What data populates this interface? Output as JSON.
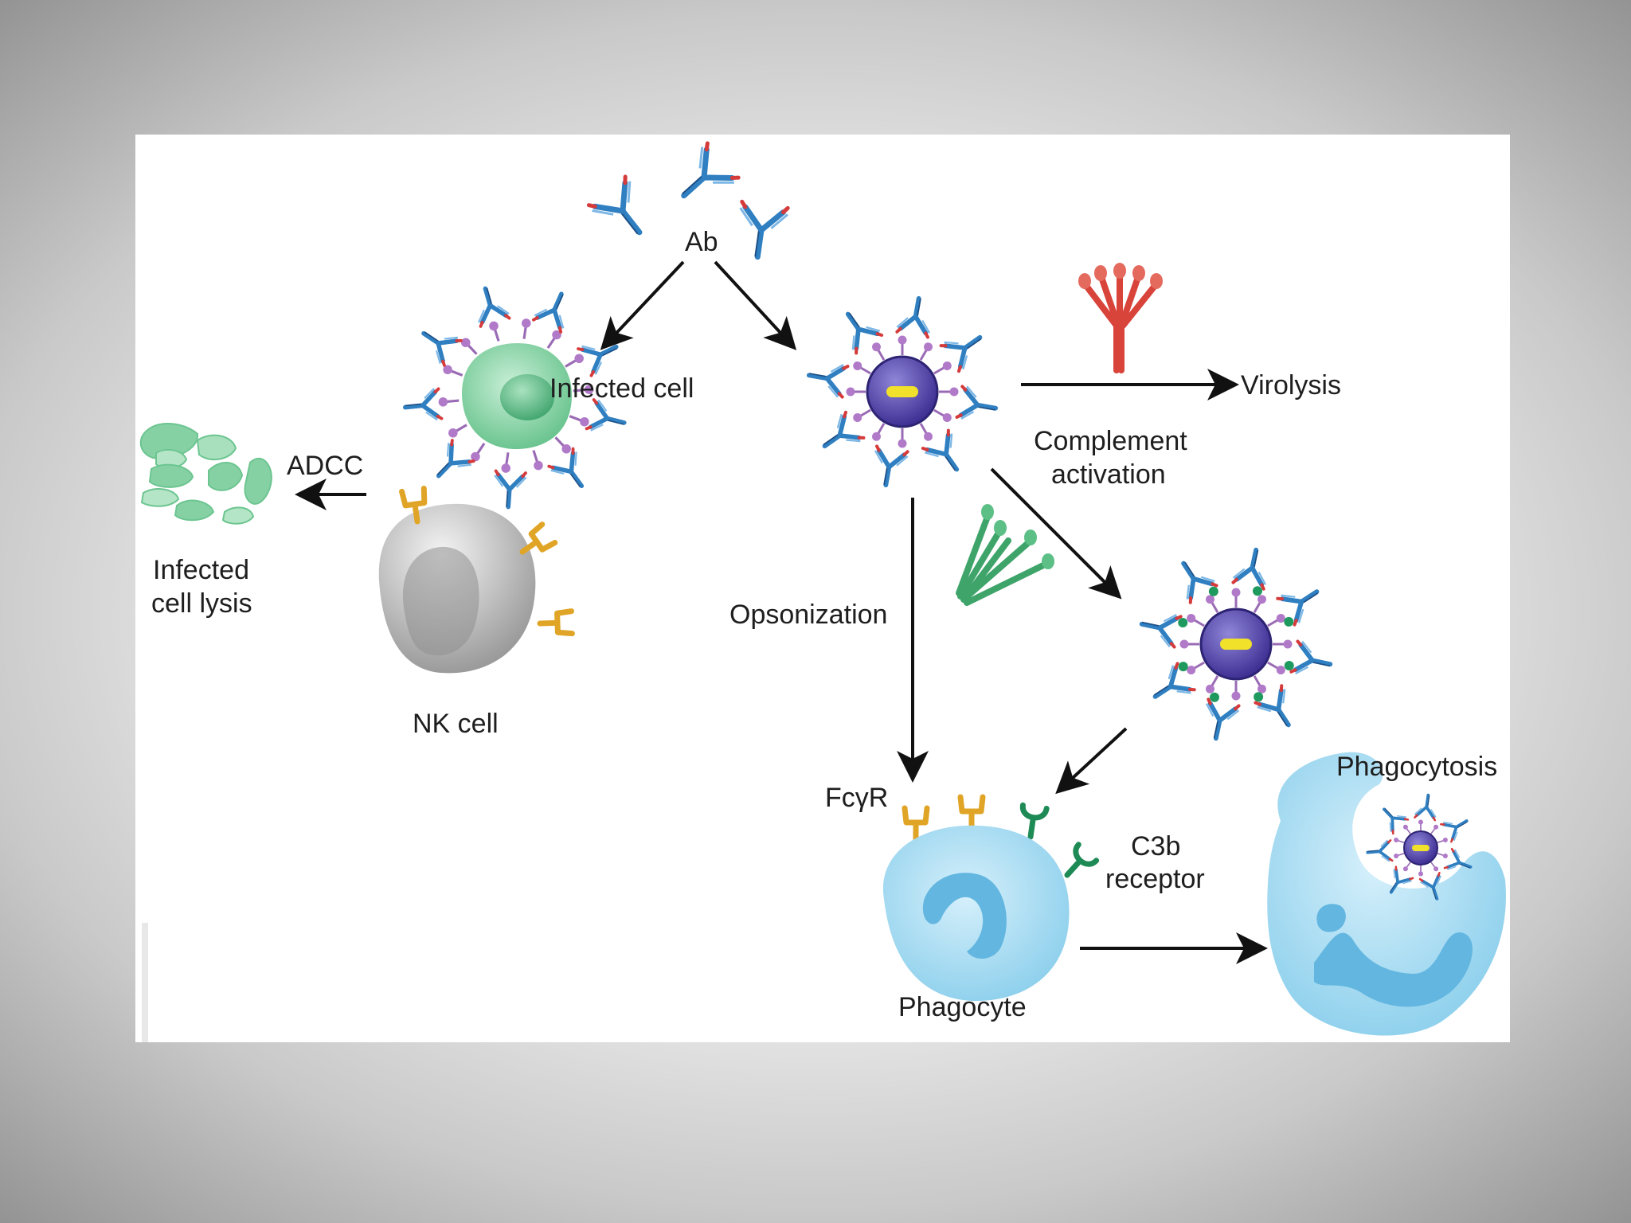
{
  "labels": {
    "ab": "Ab",
    "infected_cell": "Infected cell",
    "adcc": "ADCC",
    "infected_cell_lysis_line1": "Infected",
    "infected_cell_lysis_line2": "cell lysis",
    "nk_cell": "NK cell",
    "virolysis": "Virolysis",
    "complement_line1": "Complement",
    "complement_line2": "activation",
    "opsonization": "Opsonization",
    "fcgr": "FcγR",
    "c3b_line1": "C3b",
    "c3b_line2": "receptor",
    "phagocyte": "Phagocyte",
    "phagocytosis": "Phagocytosis"
  },
  "colors": {
    "antibody_blue": "#2f7fc1",
    "antibody_red": "#d63b3b",
    "infected_green": "#7fcf9d",
    "nk_gray": "#b9b9b9",
    "fc_receptor": "#e0a527",
    "c3b_receptor": "#1e8a55",
    "virion": "#4e3fa6",
    "virion_core": "#f2e12a",
    "spike_purple": "#b07ac9",
    "complement_red": "#d8433a",
    "complement_green": "#3ea46a",
    "phagocyte_blue": "#a9dcf1"
  }
}
